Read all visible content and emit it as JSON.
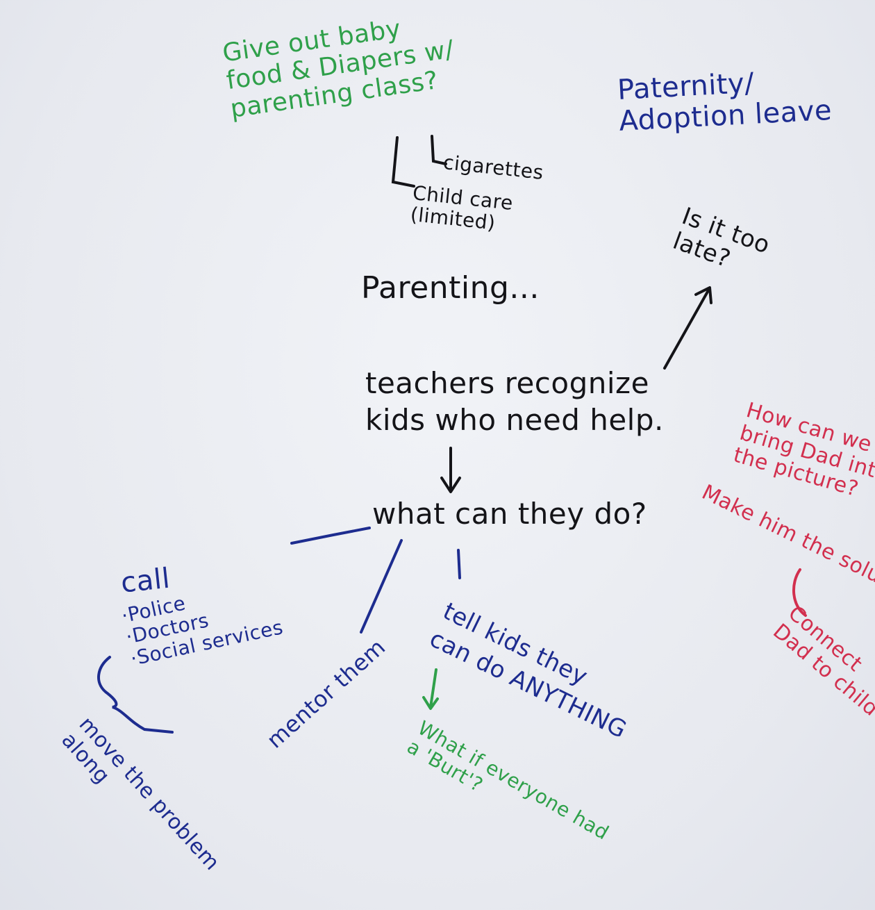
{
  "whiteboard": {
    "green_top": [
      "Give out baby",
      "food & Diapers w/",
      "parenting class?"
    ],
    "cigarettes": "cigarettes",
    "child_care": [
      "Child care",
      "(limited)"
    ],
    "paternity": [
      "Paternity/",
      "Adoption leave"
    ],
    "is_it_too_late": [
      "Is it too",
      "late?"
    ],
    "parenting": "Parenting...",
    "teachers": [
      "teachers recognize",
      "kids who need help."
    ],
    "what_can_they_do": "what can they do?",
    "dad_question": [
      "How can we",
      "bring Dad into",
      "the picture?"
    ],
    "make_him": "Make him the solution",
    "connect": [
      "Connect",
      "Dad to child"
    ],
    "call": "call",
    "call_items": [
      "·Police",
      "·Doctors",
      "·Social services"
    ],
    "move_problem": [
      "move the problem",
      "along"
    ],
    "mentor": "mentor them",
    "tell_kids": [
      "tell kids they",
      "can do ANYTHING"
    ],
    "burt": [
      "What if everyone had",
      "a 'Burt'?"
    ]
  },
  "colors": {
    "ink_black": "#141418",
    "ink_blue": "#1d2c8f",
    "ink_green": "#2fa04a",
    "ink_red": "#d22f4e"
  }
}
